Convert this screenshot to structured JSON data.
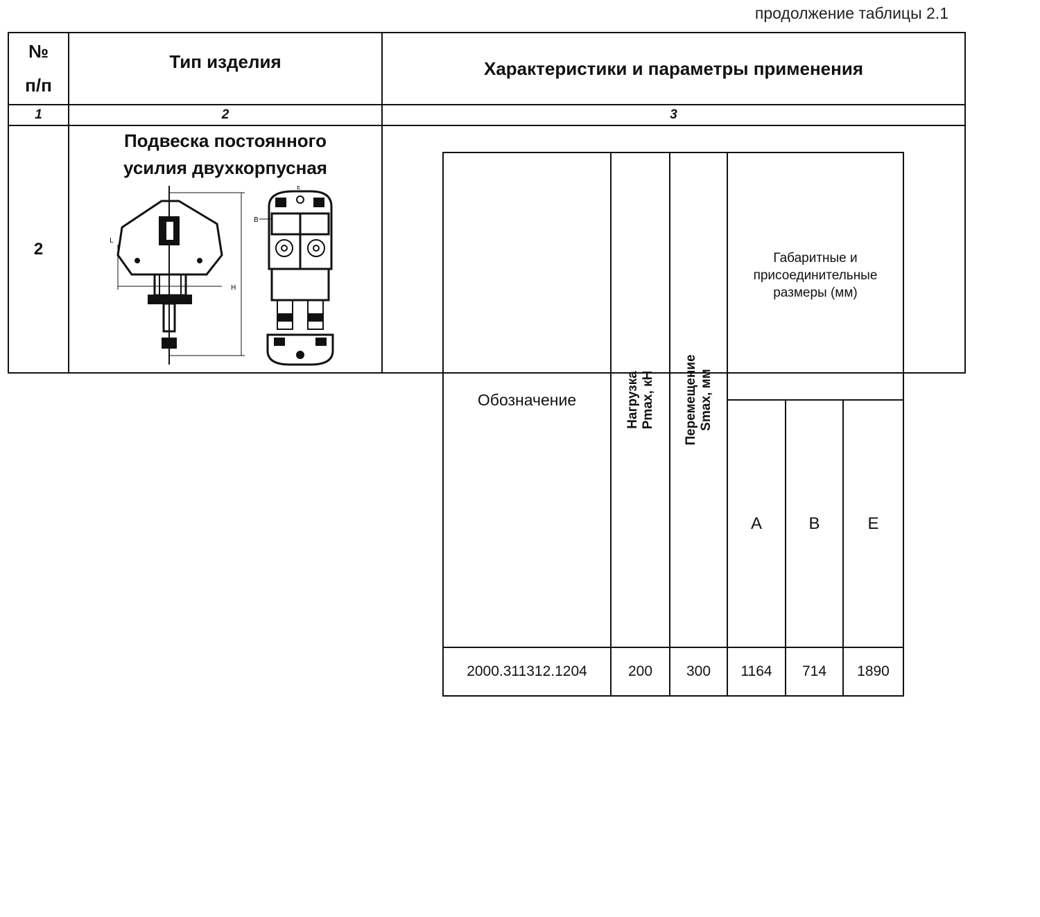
{
  "caption": "продолжение таблицы 2.1",
  "table": {
    "headers": {
      "no_line1": "№",
      "no_line2": "п/п",
      "type": "Тип изделия",
      "characteristics": "Характеристики и параметры применения"
    },
    "column_numbers": [
      "1",
      "2",
      "3"
    ],
    "row": {
      "number": "2",
      "product_name_line1": "Подвеска постоянного",
      "product_name_line2": "усилия двухкорпусная"
    }
  },
  "spec": {
    "headers": {
      "designation": "Обозначение",
      "load_line1": "Нагрузка",
      "load_line2": "Pmax, кН",
      "displacement_line1": "Перемещение",
      "displacement_line2": "Smax, мм",
      "dimensions_line1": "Габаритные и",
      "dimensions_line2": "присоединительные",
      "dimensions_line3": "размеры (мм)",
      "A": "A",
      "B": "B",
      "E": "E"
    },
    "rows": [
      {
        "designation": "2000.311312.1204",
        "load": "200",
        "displacement": "300",
        "A": "1164",
        "B": "714",
        "E": "1890"
      }
    ]
  }
}
